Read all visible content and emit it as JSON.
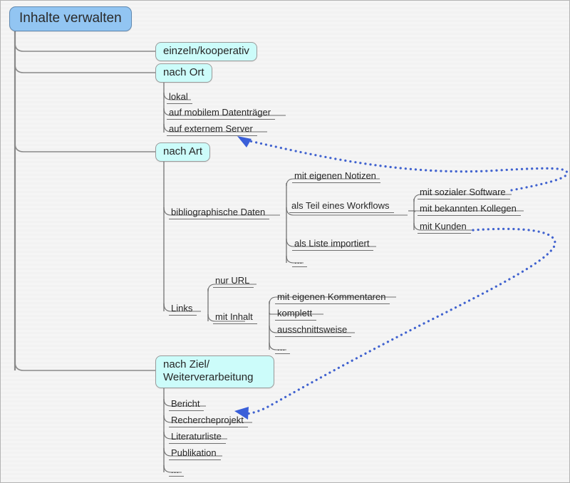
{
  "diagram": {
    "title": "Inhalte verwalten",
    "type": "mindmap",
    "language": "de",
    "colors": {
      "root_fill": "#92c5f2",
      "branch_fill": "#ccfcfa",
      "connector": "#777777",
      "arrow": "#4062cf",
      "background": "#f4f4f4"
    }
  },
  "root": {
    "label": "Inhalte verwalten"
  },
  "branches": {
    "einzeln_kooperativ": {
      "label": "einzeln/kooperativ"
    },
    "nach_ort": {
      "label": "nach Ort"
    },
    "nach_art": {
      "label": "nach Art"
    },
    "nach_ziel": {
      "label": "nach Ziel/\nWeiterverarbeitung"
    }
  },
  "nach_ort_children": [
    {
      "label": "lokal"
    },
    {
      "label": "auf mobilem Datenträger"
    },
    {
      "label": "auf externem Server"
    }
  ],
  "nach_art_children": {
    "bibliographische_daten": {
      "label": "bibliographische Daten"
    },
    "links": {
      "label": "Links"
    }
  },
  "bib_children": [
    {
      "label": "mit eigenen Notizen"
    },
    {
      "label": "als Teil eines Workflows"
    },
    {
      "label": "als Liste importiert"
    },
    {
      "label": "..."
    }
  ],
  "workflow_children": [
    {
      "label": "mit sozialer Software"
    },
    {
      "label": "mit bekannten Kollegen"
    },
    {
      "label": "mit Kunden"
    }
  ],
  "links_children": {
    "nur_url": {
      "label": "nur URL"
    },
    "mit_inhalt": {
      "label": "mit Inhalt"
    }
  },
  "mit_inhalt_children": [
    {
      "label": "mit eigenen Kommentaren"
    },
    {
      "label": "komplett"
    },
    {
      "label": "ausschnittsweise"
    },
    {
      "label": "..."
    }
  ],
  "nach_ziel_children": [
    {
      "label": "Bericht"
    },
    {
      "label": "Rechercheprojekt"
    },
    {
      "label": "Literaturliste"
    },
    {
      "label": "Publikation"
    },
    {
      "label": "..."
    }
  ],
  "cross_links": [
    {
      "name": "software-to-server",
      "from": "mit sozialer Software",
      "to": "auf externem Server",
      "style": "dotted-arrow"
    },
    {
      "name": "kunden-to-rechercheprojekt",
      "from": "mit Kunden",
      "to": "Rechercheprojekt",
      "style": "dotted-arrow"
    }
  ]
}
